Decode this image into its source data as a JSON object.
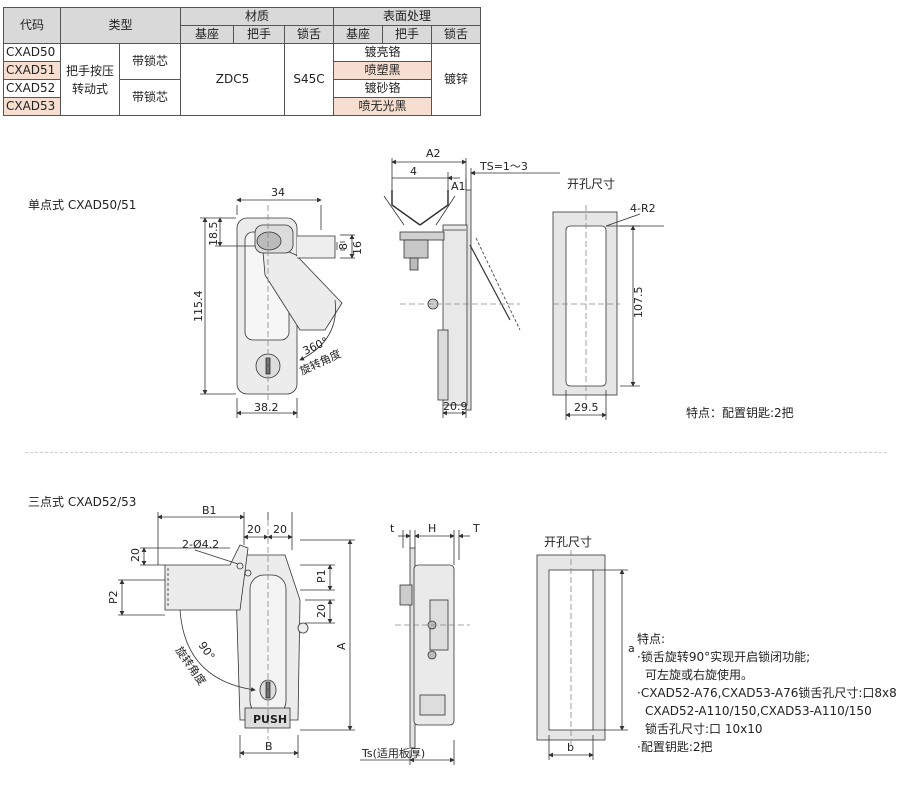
{
  "table": {
    "header_row1": {
      "code": "代码",
      "type": "类型",
      "material": "材质",
      "surface": "表面处理"
    },
    "header_row2": {
      "base": "基座",
      "handle": "把手",
      "tongue": "锁舌",
      "s_base": "基座",
      "s_handle": "把手",
      "s_tongue": "锁舌"
    },
    "codes": [
      "CXAD50",
      "CXAD51",
      "CXAD52",
      "CXAD53"
    ],
    "type_main": "把手按压\n转动式",
    "type_sub_1": "带锁芯",
    "type_sub_2": "带锁芯",
    "mat_base": "ZDC5",
    "mat_tongue": "S45C",
    "surf_base": [
      "镀亮铬",
      "喷塑黑",
      "镀砂铬",
      "喷无光黑"
    ],
    "surf_tongue": "镀锌"
  },
  "single": {
    "title": "单点式 CXAD50/51",
    "dims": {
      "w34": "34",
      "h18": "18.5",
      "h8": "8",
      "h16": "16",
      "h115": "115.4",
      "w38": "38.2",
      "rot": "360°",
      "rot_label": "旋转角度"
    },
    "side": {
      "a2": "A2",
      "a2_sub": "2",
      "four": "4",
      "a1": "A1",
      "ts": "TS=1～3",
      "w209": "20.9"
    },
    "cutout": {
      "title": "开孔尺寸",
      "r": "4-R2",
      "h": "107.5",
      "w": "29.5"
    },
    "feature": "特点：配置钥匙:2把"
  },
  "triple": {
    "title": "三点式 CXAD52/53",
    "dims": {
      "b1": "B1",
      "w20a": "20",
      "w20b": "20",
      "hole": "2-Ø4.2",
      "h20": "20",
      "p2": "P2",
      "p1": "P1",
      "h20b": "20",
      "a": "A",
      "b": "B",
      "rot": "90°",
      "rot_label": "旋转角度",
      "push": "PUSH"
    },
    "side": {
      "t": "t",
      "h": "H",
      "T": "T",
      "ts": "Ts(适用板厚)"
    },
    "cutout": {
      "title": "开孔尺寸",
      "a": "a",
      "b": "b"
    },
    "features": {
      "title": "特点:",
      "l1": "·锁舌旋转90°实现开启锁闭功能;",
      "l2": "可左旋或右旋使用。",
      "l3": "·CXAD52-A76,CXAD53-A76锁舌孔尺寸:口8x8",
      "l4": "CXAD52-A110/150,CXAD53-A110/150",
      "l5": "锁舌孔尺寸:口 10x10",
      "l6": "·配置钥匙:2把"
    }
  }
}
